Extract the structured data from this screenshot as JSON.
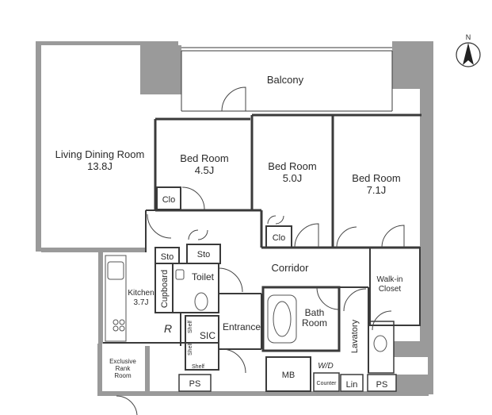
{
  "compass": {
    "label": "N"
  },
  "rooms": {
    "balcony": "Balcony",
    "living_name": "Living Dining Room",
    "living_size": "13.8J",
    "bed1_name": "Bed Room",
    "bed1_size": "4.5J",
    "bed2_name": "Bed Room",
    "bed2_size": "5.0J",
    "bed3_name": "Bed Room",
    "bed3_size": "7.1J",
    "clo1": "Clo",
    "clo2": "Clo",
    "sto1": "Sto",
    "sto2": "Sto",
    "corridor": "Corridor",
    "walkin_line1": "Walk-in",
    "walkin_line2": "Closet",
    "kitchen_name": "Kitchen",
    "kitchen_size": "3.7J",
    "cupboard": "Cupboard",
    "toilet": "Toilet",
    "bath_line1": "Bath",
    "bath_line2": "Room",
    "refrigerator": "R",
    "shelf1": "Shelf",
    "shelf2": "Shelf",
    "shelf3": "Shelf",
    "sic": "SIC",
    "entrance": "Entrance",
    "lavatory": "Lavatory",
    "wd": "W/D",
    "counter": "Counter",
    "lin": "Lin",
    "mb": "MB",
    "ps1": "PS",
    "ps2": "PS",
    "exclusive_line1": "Exclusive",
    "exclusive_line2": "Rank",
    "exclusive_line3": "Room"
  }
}
